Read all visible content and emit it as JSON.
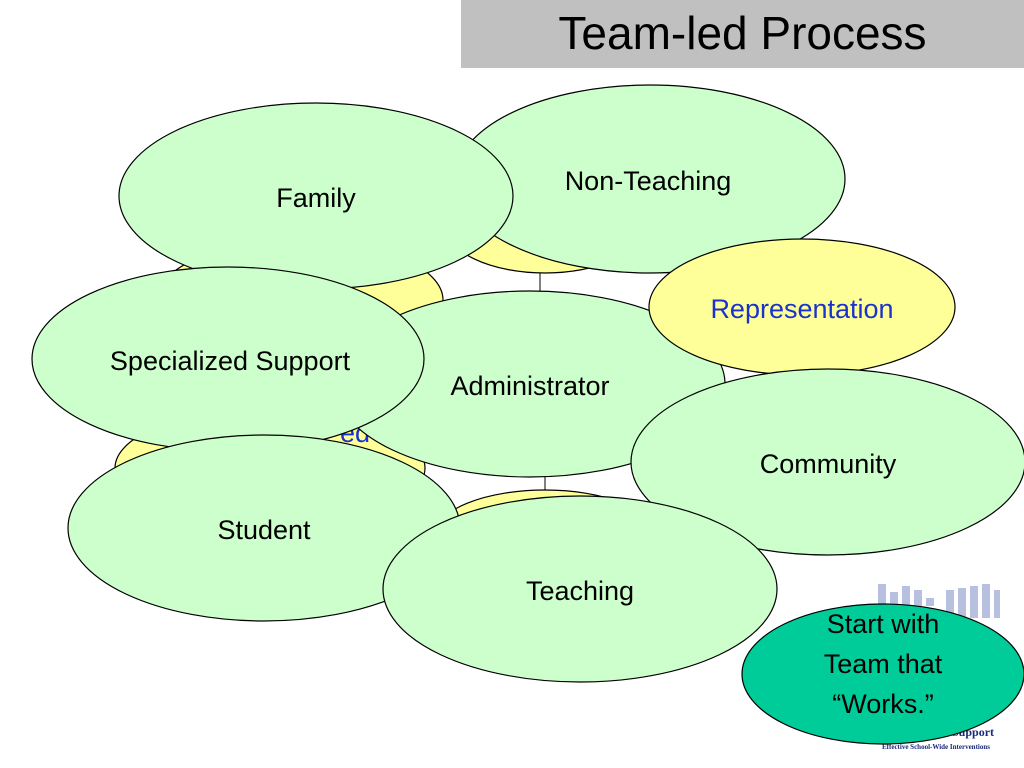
{
  "slide": {
    "title": "Team-led Process"
  },
  "nodes": {
    "non_teaching": "Non-Teaching",
    "family": "Family",
    "representation": "Representation",
    "specialized_support": "Specialized Support",
    "administrator": "Administrator",
    "community": "Community",
    "student": "Student",
    "teaching": "Teaching",
    "hidden_fragment": "ed"
  },
  "callout": {
    "line1": "Start with",
    "line2": "Team that",
    "line3": "“Works.”"
  },
  "logo": {
    "line_support": "Support",
    "tagline": "Effective School-Wide Interventions"
  },
  "colors": {
    "node_green": "#ccffcc",
    "node_yellow": "#ffff99",
    "callout_teal": "#00cc99",
    "title_bar": "#c0c0c0",
    "representation_text": "#1a33cc"
  }
}
